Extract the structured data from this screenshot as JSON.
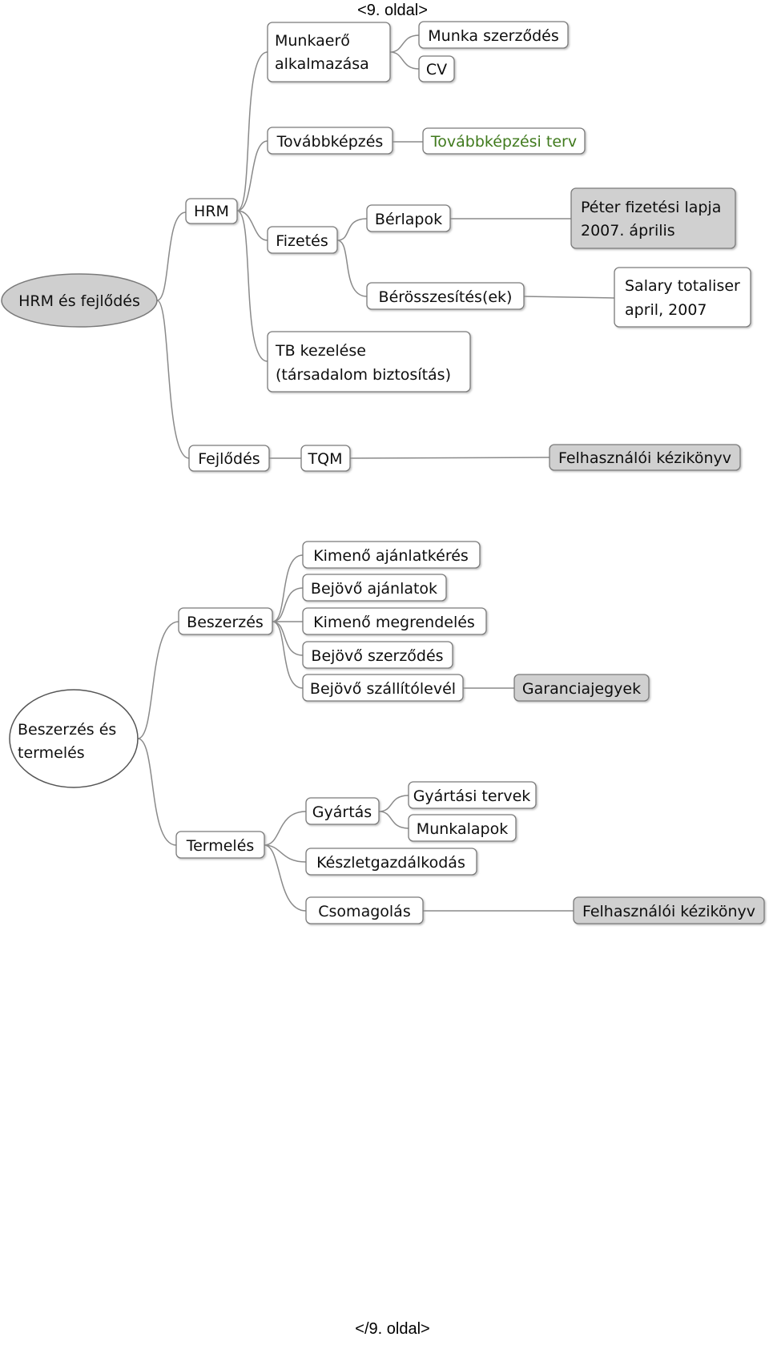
{
  "page": {
    "header": "<9. oldal>",
    "footer": "</9. oldal>"
  },
  "diagram1": {
    "root": "HRM és fejlődés",
    "hrm": "HRM",
    "munkaero": [
      "Munkaerő",
      "alkalmazása"
    ],
    "munka_szerzodes": "Munka szerződés",
    "cv": "CV",
    "tovabbkepzes": "Továbbképzés",
    "tovabbkepzesi_terv": "Továbbképzési terv",
    "fizetes": "Fizetés",
    "berlapok": "Bérlapok",
    "peter": [
      "Péter fizetési lapja",
      "2007. április"
    ],
    "berosszesites": "Bérösszesítés(ek)",
    "salary": [
      "Salary totaliser",
      "april, 2007"
    ],
    "tb": [
      "TB kezelése",
      "(társadalom biztosítás)"
    ],
    "fejlodes": "Fejlődés",
    "tqm": "TQM",
    "felhasznaloi1": "Felhasználói kézikönyv"
  },
  "diagram2": {
    "root": [
      "Beszerzés és",
      "termelés"
    ],
    "beszerzes": "Beszerzés",
    "kimeno_ajanlatkeres": "Kimenő ajánlatkérés",
    "bejovo_ajanlatok": "Bejövő ajánlatok",
    "kimeno_megrendeles": "Kimenő megrendelés",
    "bejovo_szerzodes": "Bejövő szerződés",
    "bejovo_szallitolevel": "Bejövő szállítólevél",
    "garanciajegyek": "Garanciajegyek",
    "termeles": "Termelés",
    "gyartas": "Gyártás",
    "gyartasi_tervek": "Gyártási tervek",
    "munkalapok": "Munkalapok",
    "keszletgazdalkodas": "Készletgazdálkodás",
    "csomagolas": "Csomagolás",
    "felhasznaloi2": "Felhasználói kézikönyv"
  },
  "colors": {
    "line": "#8a8a8a",
    "node_border": "#7a7a7a",
    "highlight_fill": "#d0d0d0",
    "root1_fill": "#cfcfcf",
    "green_text": "#3f7a1f"
  }
}
